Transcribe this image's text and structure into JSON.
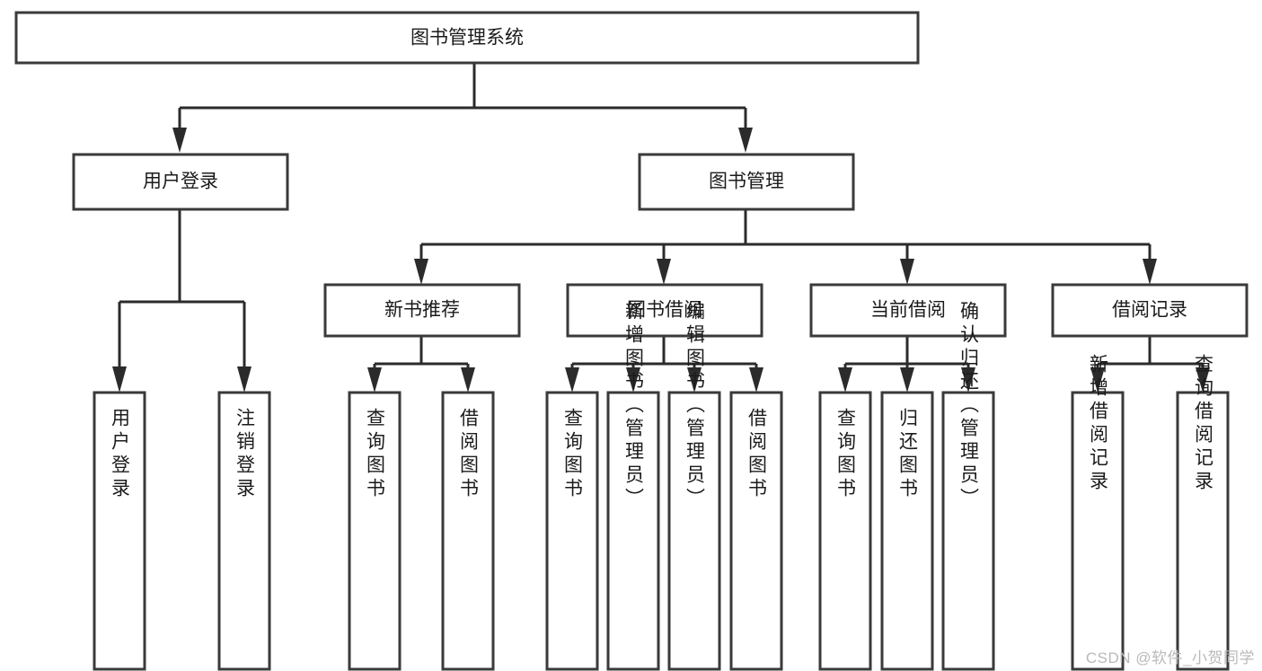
{
  "diagram": {
    "kind": "hierarchy-tree",
    "title": "图书管理系统",
    "colors": {
      "background": "#ffffff",
      "box_fill": "#ffffff",
      "box_stroke": "#3a3a3a",
      "connector": "#2b2b2b",
      "text": "#1b1b1b",
      "watermark": "#b9b9b9"
    },
    "nodes": {
      "root": {
        "label": "图书管理系统",
        "orientation": "horizontal"
      },
      "level2": [
        {
          "id": "user-login",
          "label": "用户登录",
          "orientation": "horizontal"
        },
        {
          "id": "book-manage",
          "label": "图书管理",
          "orientation": "horizontal"
        }
      ],
      "level3": [
        {
          "id": "new-book-rec",
          "label": "新书推荐",
          "orientation": "horizontal"
        },
        {
          "id": "book-borrow",
          "label": "图书借阅",
          "orientation": "horizontal"
        },
        {
          "id": "current-borrow",
          "label": "当前借阅",
          "orientation": "horizontal"
        },
        {
          "id": "borrow-record",
          "label": "借阅记录",
          "orientation": "horizontal"
        }
      ],
      "leaves": {
        "user-login": [
          {
            "id": "leaf-user-login",
            "label": "用户登录",
            "orientation": "vertical"
          },
          {
            "id": "leaf-logout-login",
            "label": "注销登录",
            "orientation": "vertical"
          }
        ],
        "new-book-rec": [
          {
            "id": "leaf-query-book-1",
            "label": "查询图书",
            "orientation": "vertical"
          },
          {
            "id": "leaf-borrow-book-1",
            "label": "借阅图书",
            "orientation": "vertical"
          }
        ],
        "book-borrow": [
          {
            "id": "leaf-query-book-2",
            "label": "查询图书",
            "orientation": "vertical"
          },
          {
            "id": "leaf-add-book",
            "label": "新增图书（管理员）",
            "orientation": "vertical"
          },
          {
            "id": "leaf-edit-book",
            "label": "编辑图书（管理员）",
            "orientation": "vertical"
          },
          {
            "id": "leaf-borrow-book-2",
            "label": "借阅图书",
            "orientation": "vertical"
          }
        ],
        "current-borrow": [
          {
            "id": "leaf-query-book-3",
            "label": "查询图书",
            "orientation": "vertical"
          },
          {
            "id": "leaf-return-book",
            "label": "归还图书",
            "orientation": "vertical"
          },
          {
            "id": "leaf-confirm-return",
            "label": "确认归还（管理员）",
            "orientation": "vertical"
          }
        ],
        "borrow-record": [
          {
            "id": "leaf-add-record",
            "label": "新增借阅记录",
            "orientation": "vertical"
          },
          {
            "id": "leaf-query-record",
            "label": "查询借阅记录",
            "orientation": "vertical"
          }
        ]
      }
    },
    "watermark": "CSDN @软件_小贺同学"
  }
}
